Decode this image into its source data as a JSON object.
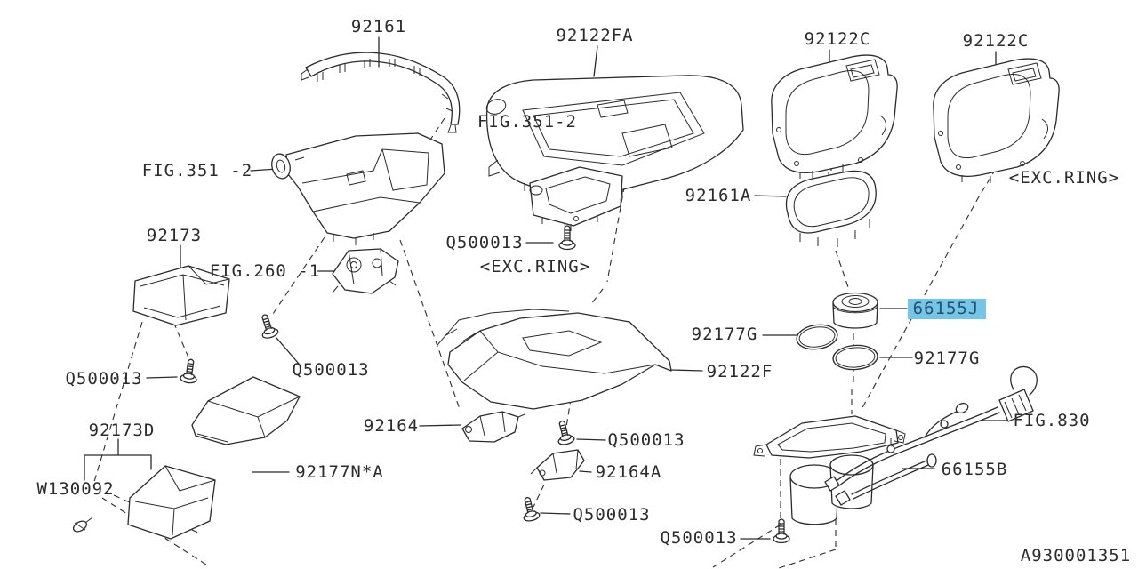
{
  "diagram": {
    "drawing_number": "A930001351",
    "highlight": {
      "color": "#74c6e9",
      "highlighted_part": "66155J"
    },
    "labels": [
      {
        "text": "92161"
      },
      {
        "text": "92122FA"
      },
      {
        "text": "92122C"
      },
      {
        "text": "92122C"
      },
      {
        "text": "FIG.351 -2"
      },
      {
        "text": "FIG.351-2"
      },
      {
        "text": "92173"
      },
      {
        "text": "FIG.260 -1"
      },
      {
        "text": "Q500013"
      },
      {
        "text": "<EXC.RING>"
      },
      {
        "text": "92161A"
      },
      {
        "text": "<EXC.RING>"
      },
      {
        "text": "Q500013"
      },
      {
        "text": "Q500013"
      },
      {
        "text": "92173D"
      },
      {
        "text": "W130092"
      },
      {
        "text": "92177N*A"
      },
      {
        "text": "92164"
      },
      {
        "text": "Q500013"
      },
      {
        "text": "92164A"
      },
      {
        "text": "Q500013"
      },
      {
        "text": "66155J",
        "highlighted": true
      },
      {
        "text": "92177G"
      },
      {
        "text": "92177G"
      },
      {
        "text": "92122F"
      },
      {
        "text": "FIG.830"
      },
      {
        "text": "66155B"
      },
      {
        "text": "Q500013"
      }
    ]
  }
}
